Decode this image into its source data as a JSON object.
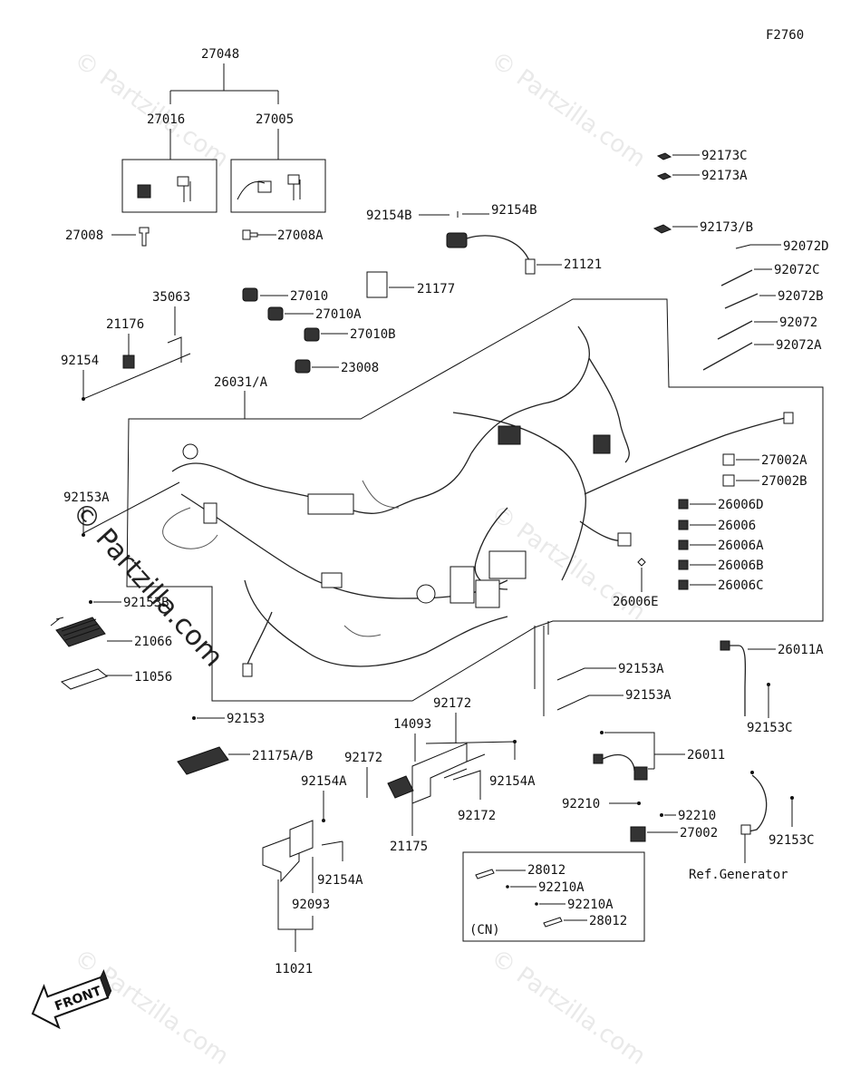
{
  "figure_id": "F2760",
  "watermark": "© Partzilla.com",
  "front_label": "FRONT",
  "ref_generator": "Ref.Generator",
  "cn_label": "(CN)",
  "parts": {
    "p27048": "27048",
    "p27016": "27016",
    "p27005": "27005",
    "p27008": "27008",
    "p27008A": "27008A",
    "p35063": "35063",
    "p21176": "21176",
    "p92154": "92154",
    "p27010": "27010",
    "p27010A": "27010A",
    "p27010B": "27010B",
    "p23008": "23008",
    "p21177": "21177",
    "p92154B_l": "92154B",
    "p92154B_r": "92154B",
    "p21121": "21121",
    "p92173C": "92173C",
    "p92173A": "92173A",
    "p92173B": "92173/B",
    "p92072D": "92072D",
    "p92072C": "92072C",
    "p92072B": "92072B",
    "p92072": "92072",
    "p92072A": "92072A",
    "p26031A": "26031/A",
    "p92153A_l": "92153A",
    "p27002A": "27002A",
    "p27002B": "27002B",
    "p26006D": "26006D",
    "p26006": "26006",
    "p26006A": "26006A",
    "p26006B": "26006B",
    "p26006C": "26006C",
    "p26006E": "26006E",
    "p92153B": "92153B",
    "p21066": "21066",
    "p11056": "11056",
    "p92153A_m1": "92153A",
    "p92153A_m2": "92153A",
    "p26011A": "26011A",
    "p92153C_1": "92153C",
    "p92153": "92153",
    "p21175AB": "21175A/B",
    "p92172_top": "92172",
    "p14093": "14093",
    "p92172_l": "92172",
    "p92154A_r": "92154A",
    "p92172_b": "92172",
    "p21175": "21175",
    "p92154A_top": "92154A",
    "p92154A_b": "92154A",
    "p92093": "92093",
    "p11021": "11021",
    "p26011": "26011",
    "p92210_l": "92210",
    "p92210_r": "92210",
    "p27002": "27002",
    "p92153C_2": "92153C",
    "p28012_a": "28012",
    "p92210A_a": "92210A",
    "p92210A_b": "92210A",
    "p28012_b": "28012"
  }
}
